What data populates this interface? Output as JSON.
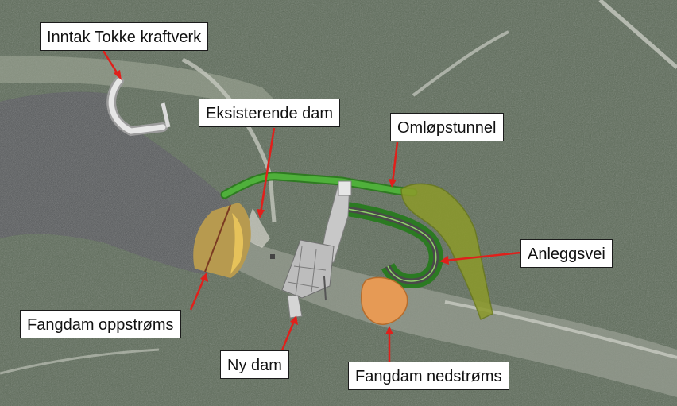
{
  "labels": {
    "inntak": "Inntak Tokke kraftverk",
    "eksisterende_dam": "Eksisterende dam",
    "omlopstunnel": "Omløpstunnel",
    "anleggsvei": "Anleggsvei",
    "fangdam_oppstroms": "Fangdam oppstrøms",
    "ny_dam": "Ny dam",
    "fangdam_nedstroms": "Fangdam nedstrøms"
  },
  "colors": {
    "arrow": "#e0201b",
    "forest": "#56634f",
    "reservoir": "#4a4d4f",
    "tunnel": "#3f9b2d",
    "road": "#46a837",
    "cofferdam_upstream": "#c9a24a",
    "cofferdam_downstream": "#e59a52",
    "spoil_area": "#8c9a2a",
    "new_dam": "#c8c8c8"
  }
}
